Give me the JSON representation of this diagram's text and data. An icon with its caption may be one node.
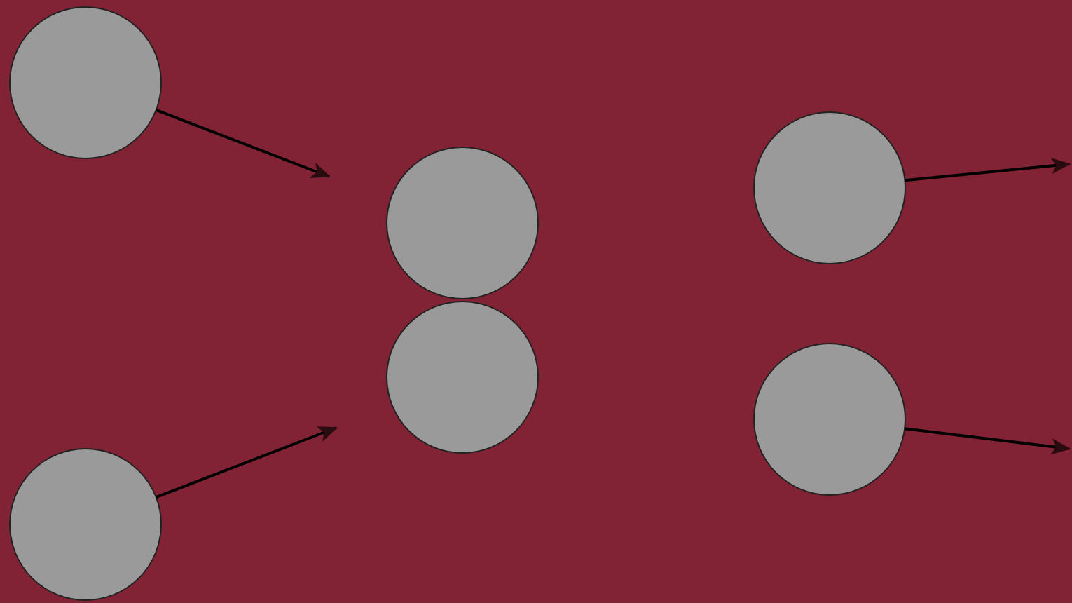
{
  "diagram": {
    "nodes": [
      {
        "text": [],
        "shape": "circle"
      },
      {
        "text": [],
        "shape": "circle"
      },
      {
        "text": [],
        "shape": "circle"
      },
      {
        "text": [],
        "shape": "circle"
      },
      {
        "text": [],
        "shape": "circle"
      },
      {
        "text": [],
        "shape": "circle"
      }
    ],
    "edges": [
      {
        "from": 0,
        "to": null,
        "arrow": "to"
      },
      {
        "from": 1,
        "to": null,
        "arrow": "to"
      },
      {
        "from": 4,
        "to": null,
        "arrow": "to"
      },
      {
        "from": 5,
        "to": null,
        "arrow": "to"
      }
    ]
  }
}
